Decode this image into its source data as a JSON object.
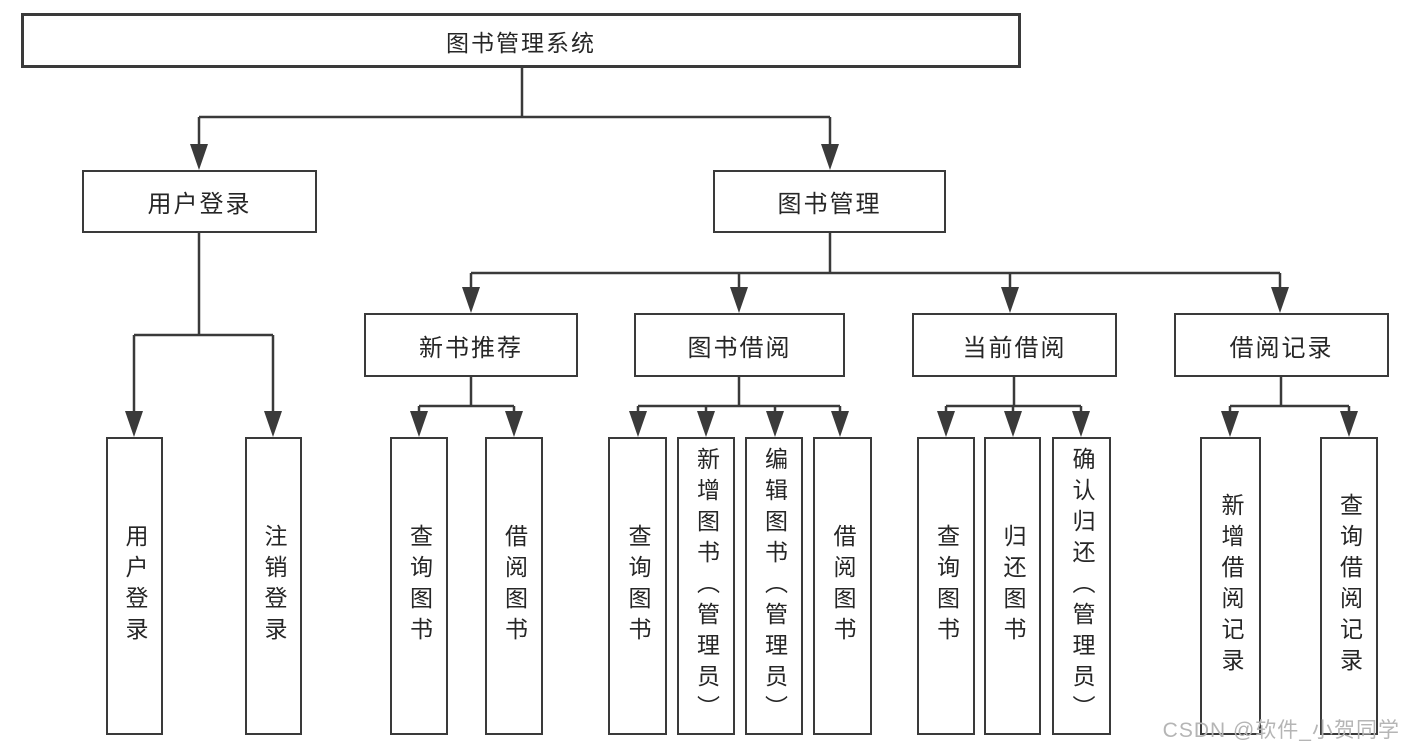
{
  "diagram": {
    "tree": {
      "label": "图书管理系统",
      "children": [
        {
          "label": "用户登录",
          "children": [
            {
              "label": "用户登录"
            },
            {
              "label": "注销登录"
            }
          ]
        },
        {
          "label": "图书管理",
          "children": [
            {
              "label": "新书推荐",
              "children": [
                {
                  "label": "查询图书"
                },
                {
                  "label": "借阅图书"
                }
              ]
            },
            {
              "label": "图书借阅",
              "children": [
                {
                  "label": "查询图书"
                },
                {
                  "label": "新增图书（管理员）"
                },
                {
                  "label": "编辑图书（管理员）"
                },
                {
                  "label": "借阅图书"
                }
              ]
            },
            {
              "label": "当前借阅",
              "children": [
                {
                  "label": "查询图书"
                },
                {
                  "label": "归还图书"
                },
                {
                  "label": "确认归还（管理员）"
                }
              ]
            },
            {
              "label": "借阅记录",
              "children": [
                {
                  "label": "新增借阅记录"
                },
                {
                  "label": "查询借阅记录"
                }
              ]
            }
          ]
        }
      ]
    },
    "colors": {
      "line": "#3a3a3a",
      "text": "#262626",
      "box_background": "#ffffff",
      "watermark": "#b5b5b5"
    }
  },
  "watermark": {
    "text": "CSDN @软件_小贺同学"
  }
}
